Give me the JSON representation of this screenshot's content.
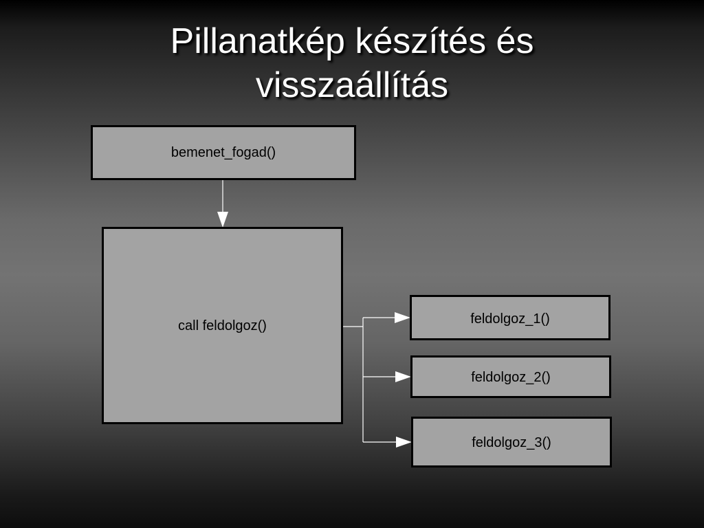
{
  "slide": {
    "title_line_1": "Pillanatkép készítés és",
    "title_line_2": "visszaállítás"
  },
  "diagram": {
    "input_box": "bemenet_fogad()",
    "main_box": "call feldolgoz()",
    "sub_boxes": [
      "feldolgoz_1()",
      "feldolgoz_2()",
      "feldolgoz_3()"
    ]
  },
  "colors": {
    "box_fill": "#a3a3a3",
    "box_border": "#000000",
    "connector": "#ffffff",
    "title_text": "#ffffff"
  }
}
